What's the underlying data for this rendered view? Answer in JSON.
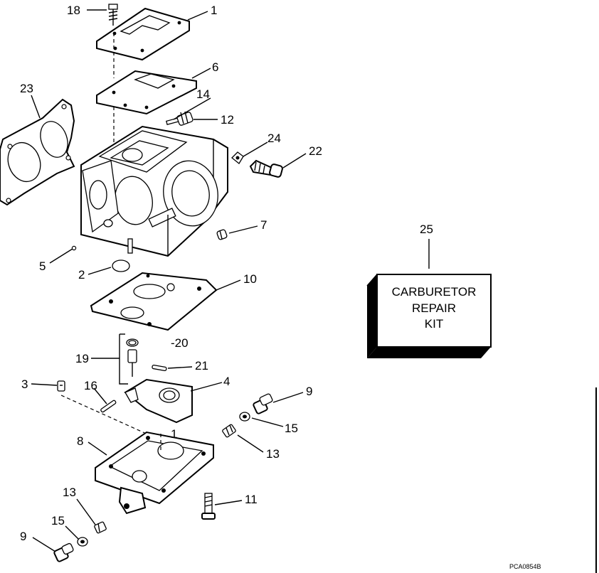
{
  "callouts": {
    "p18": "18",
    "p1_top": "1",
    "p6": "6",
    "p23": "23",
    "p14": "14",
    "p12": "12",
    "p24": "24",
    "p22": "22",
    "p7": "7",
    "p5": "5",
    "p2": "2",
    "p10": "10",
    "p20": "-20",
    "p19": "19",
    "p21": "21",
    "p3": "3",
    "p16": "16",
    "p4": "4",
    "p9_right": "9",
    "p15_right": "15",
    "p13_right": "13",
    "p8": "8",
    "p1_bowl": "1",
    "p11": "11",
    "p13_left": "13",
    "p15_left": "15",
    "p9_left": "9",
    "p25": "25"
  },
  "kit": {
    "line1": "CARBURETOR",
    "line2": "REPAIR",
    "line3": "KIT"
  },
  "figure_code": "PCA0854B"
}
